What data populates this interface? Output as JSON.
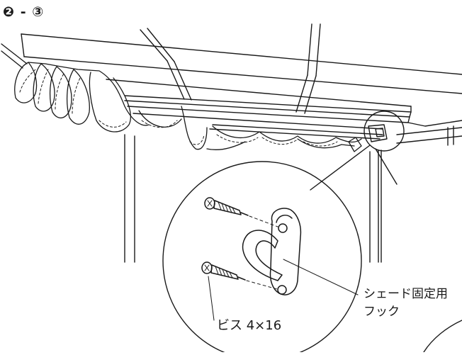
{
  "step": {
    "number": "❷",
    "separator": "-",
    "substep": "③"
  },
  "callouts": {
    "hook_line1": "シェード固定用",
    "hook_line2": "フック",
    "screw": "ビス 4×16"
  },
  "colors": {
    "line": "#1a1a1a",
    "background": "#ffffff"
  }
}
